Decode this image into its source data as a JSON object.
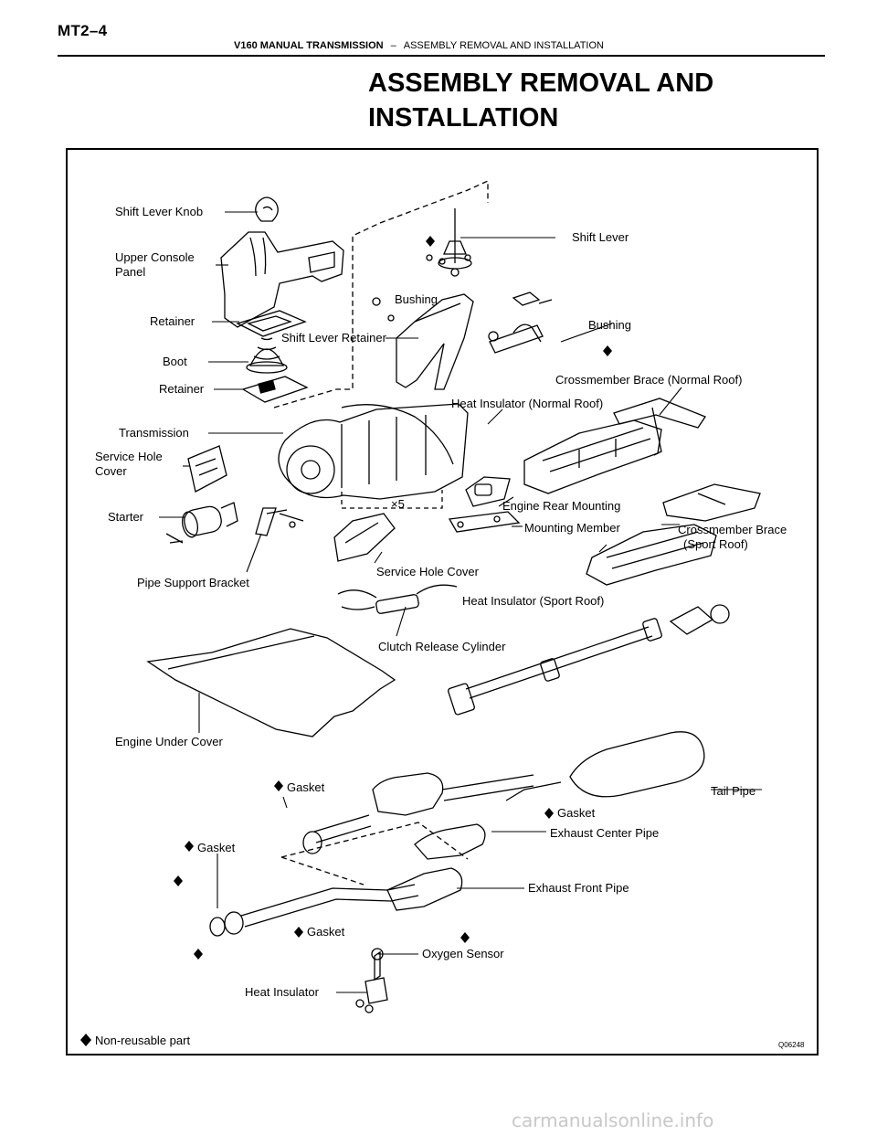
{
  "header": {
    "page_number": "MT2–4",
    "section": "V160 MANUAL TRANSMISSION",
    "separator": "–",
    "subsection": "ASSEMBLY REMOVAL AND INSTALLATION"
  },
  "title": {
    "line1": "ASSEMBLY REMOVAL AND",
    "line2": "INSTALLATION"
  },
  "figure": {
    "labels": {
      "shift_lever_knob": "Shift Lever Knob",
      "upper_console_panel_1": "Upper Console",
      "upper_console_panel_2": "Panel",
      "retainer_upper": "Retainer",
      "boot": "Boot",
      "retainer_lower": "Retainer",
      "transmission": "Transmission",
      "service_hole_cover_left_1": "Service Hole",
      "service_hole_cover_left_2": "Cover",
      "starter": "Starter",
      "pipe_support_bracket": "Pipe Support Bracket",
      "shift_lever": "Shift Lever",
      "bushing_upper": "Bushing",
      "shift_lever_retainer": "Shift Lever Retainer",
      "bushing_right": "Bushing",
      "crossmember_brace_normal": "Crossmember Brace (Normal Roof)",
      "heat_insulator_normal": "Heat Insulator (Normal Roof)",
      "engine_rear_mounting": "Engine Rear Mounting",
      "mounting_member": "Mounting Member",
      "crossmember_brace_sport_1": "Crossmember Brace",
      "crossmember_brace_sport_2": "(Sport Roof)",
      "service_hole_cover_center": "Service Hole Cover",
      "heat_insulator_sport": "Heat Insulator (Sport Roof)",
      "clutch_release_cylinder": "Clutch Release Cylinder",
      "engine_under_cover": "Engine Under Cover",
      "times_five": "×5",
      "gasket_1": "Gasket",
      "gasket_2": "Gasket",
      "gasket_3": "Gasket",
      "gasket_4": "Gasket",
      "tail_pipe": "Tail Pipe",
      "exhaust_center_pipe": "Exhaust Center Pipe",
      "exhaust_front_pipe": "Exhaust Front Pipe",
      "oxygen_sensor": "Oxygen Sensor",
      "heat_insulator_bottom": "Heat Insulator",
      "legend": "Non-reusable part",
      "figure_code": "Q06248"
    }
  },
  "watermark": "carmanualsonline.info"
}
